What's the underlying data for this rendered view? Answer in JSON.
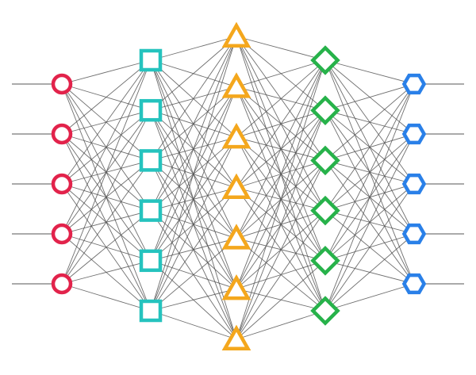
{
  "diagram": {
    "kind": "fully-connected layered network",
    "background_color": "#ffffff",
    "edge_color": "#555555",
    "fully_connected": true,
    "input_lines": true,
    "output_lines": true,
    "layers": [
      {
        "shape": "circle",
        "color": "#e2234b",
        "node_count": 5
      },
      {
        "shape": "square",
        "color": "#25c3be",
        "node_count": 6
      },
      {
        "shape": "triangle",
        "color": "#f4a71d",
        "node_count": 7
      },
      {
        "shape": "diamond",
        "color": "#27b24a",
        "node_count": 6
      },
      {
        "shape": "hexagon",
        "color": "#2a80e8",
        "node_count": 5
      }
    ]
  }
}
